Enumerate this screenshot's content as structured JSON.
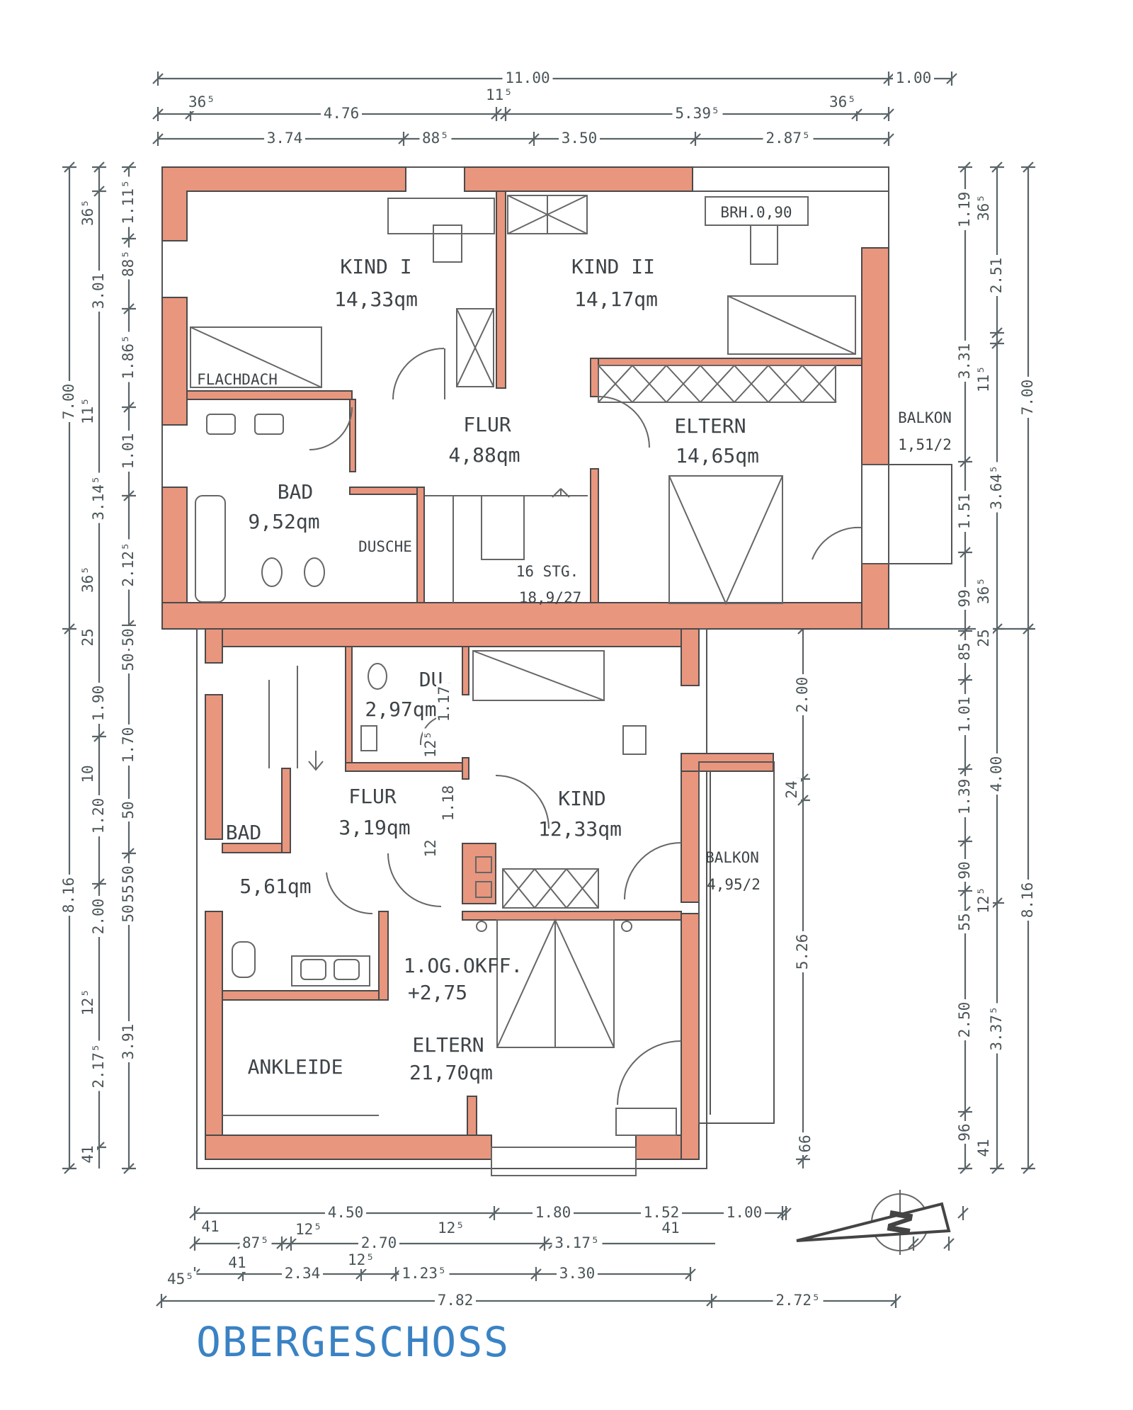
{
  "plan": {
    "title": "OBERGESCHOSS",
    "wall_color": "#e8967e",
    "title_color": "#3a82c4",
    "upper": {
      "kind1": {
        "name": "KIND I",
        "area": "14,33qm"
      },
      "kind2": {
        "name": "KIND II",
        "area": "14,17qm"
      },
      "brh": "BRH.0,90",
      "flachdach": "FLACHDACH",
      "flur": {
        "name": "FLUR",
        "area": "4,88qm"
      },
      "eltern": {
        "name": "ELTERN",
        "area": "14,65qm"
      },
      "balkon": {
        "name": "BALKON",
        "area": "1,51/2"
      },
      "bad": {
        "name": "BAD",
        "area": "9,52qm"
      },
      "dusche": "DUSCHE",
      "stairs": {
        "steps": "16 STG.",
        "ratio": "18,9/27"
      }
    },
    "lower": {
      "du": {
        "name": "DU.",
        "area": "2,97qm"
      },
      "flur": {
        "name": "FLUR",
        "area": "3,19qm"
      },
      "kind": {
        "name": "KIND",
        "area": "12,33qm"
      },
      "balkon": {
        "name": "BALKON",
        "area": "4,95/2"
      },
      "bad": {
        "name": "BAD",
        "area": "5,61qm"
      },
      "level": {
        "name": "1.OG.OKFF.",
        "value": "+2,75"
      },
      "eltern": {
        "name": "ELTERN",
        "area": "21,70qm"
      },
      "ankleide": "ANKLEIDE"
    },
    "compass_letter": "N"
  },
  "dimensions": {
    "top": [
      "11.00",
      "1.00",
      "36⁵",
      "4.76",
      "11⁵",
      "5.39⁵",
      "36⁵",
      "3.74",
      "88⁵",
      "3.50",
      "2.87⁵"
    ],
    "left": [
      "7.00",
      "8.16",
      "36⁵",
      "11⁵",
      "36⁵",
      "25",
      "10",
      "12⁵",
      "41",
      "3.01",
      "3.14⁵",
      "1.90",
      "1.20",
      "2.00",
      "2.17⁵",
      "1.11⁵",
      "88⁵",
      "1.86⁵",
      "1.01",
      "2.12⁵",
      "50",
      "50",
      "1.70",
      "50",
      "50",
      "55",
      "50",
      "3.91"
    ],
    "right": [
      "1.19",
      "3.31",
      "1.51",
      "99",
      "85",
      "1.01",
      "1.39",
      "90",
      "55",
      "2.50",
      "96",
      "36⁵",
      "11⁵",
      "36⁵",
      "25",
      "12⁵",
      "41",
      "2.51",
      "3.64⁵",
      "4.00",
      "3.37⁵",
      "7.00",
      "8.16"
    ],
    "bottom": [
      "4.50",
      "1.80",
      "1.52",
      "1.00",
      "41",
      "87⁵",
      "12⁵",
      "2.70",
      "12⁵",
      "3.17⁵",
      "41",
      "45⁵",
      "41",
      "2.34",
      "12⁵",
      "1.23⁵",
      "3.30",
      "7.82",
      "2.72⁵"
    ],
    "inner": [
      "1.17",
      "12⁵",
      "1.18",
      "12",
      "2.00",
      "24",
      "5.26",
      "66"
    ]
  }
}
